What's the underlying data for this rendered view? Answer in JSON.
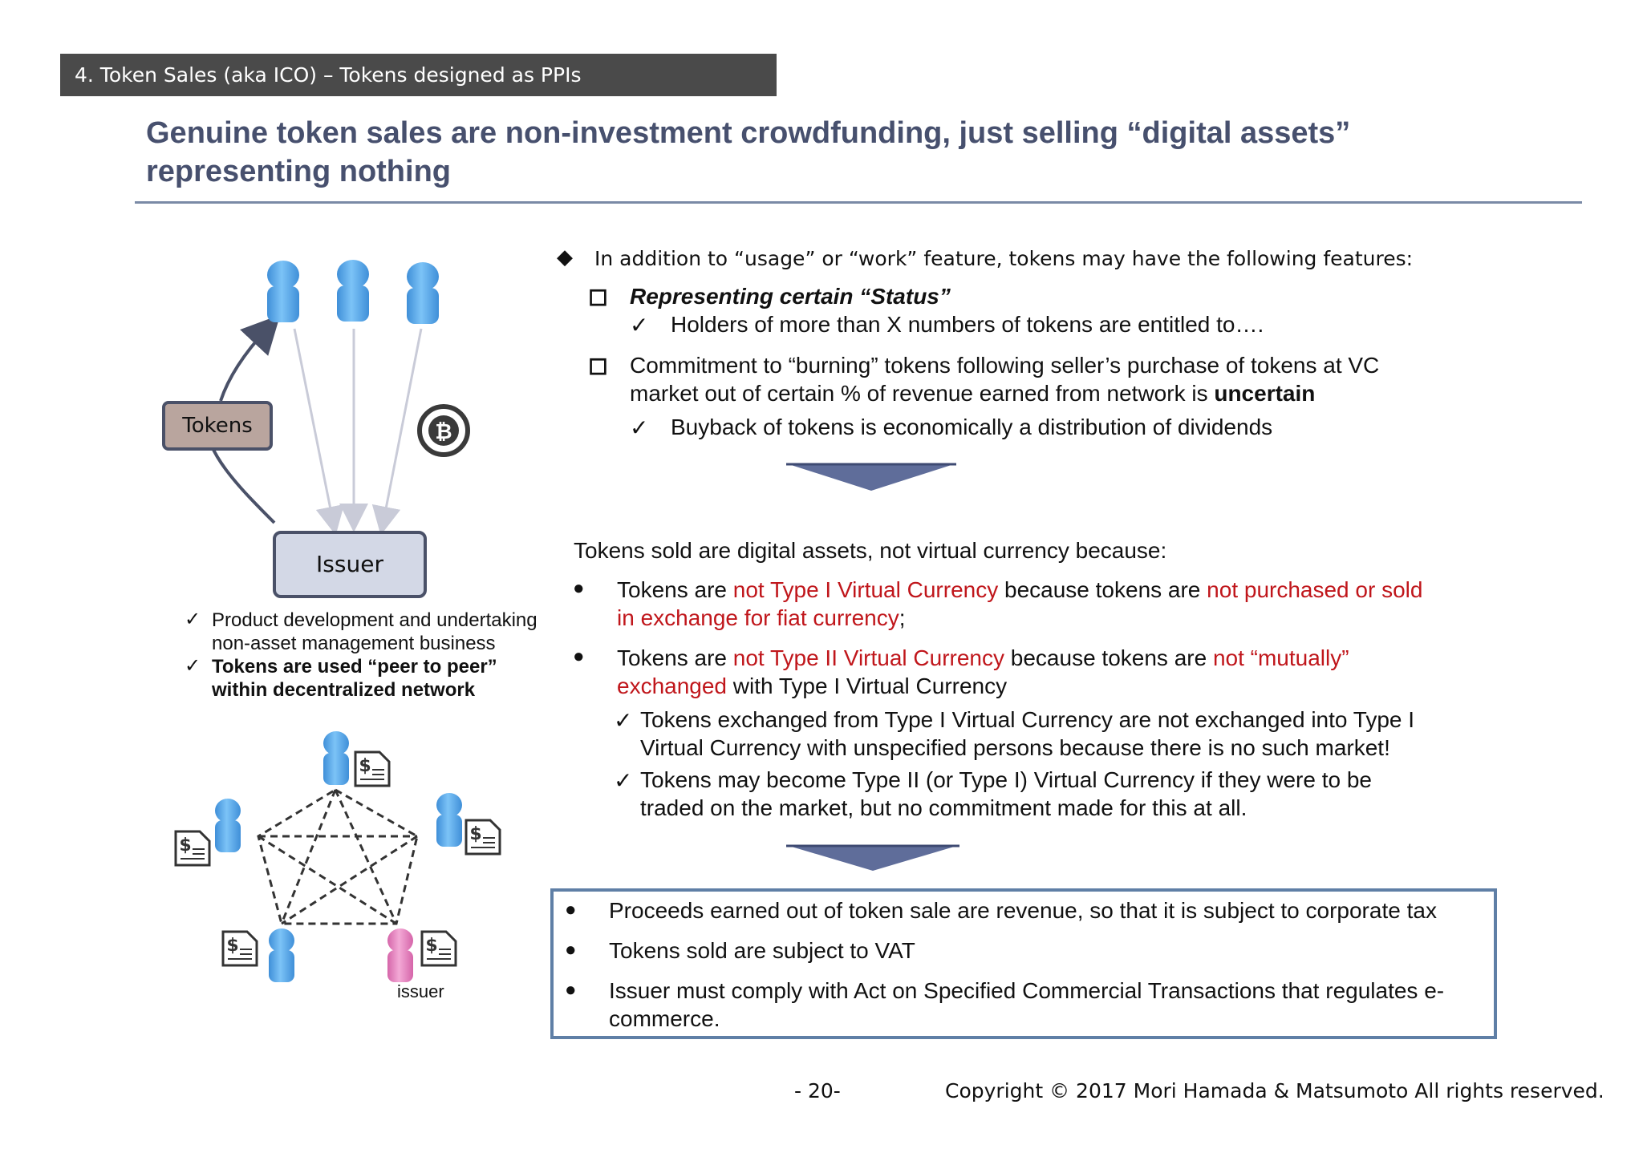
{
  "section_tab": "4. Token Sales (aka ICO) – Tokens designed as PPIs",
  "headline": {
    "line1": "Genuine token sales are non-investment crowdfunding, just selling “digital assets”",
    "line2": "representing nothing"
  },
  "diagram_top": {
    "tokens_label": "Tokens",
    "issuer_label": "Issuer",
    "bullets": [
      {
        "check": "✓",
        "line1": "Product development and undertaking",
        "line2": "non-asset management business"
      },
      {
        "check": "✓",
        "line1": "Tokens are used “peer to peer”",
        "line2": "within decentralized network"
      }
    ]
  },
  "diagram_bottom": {
    "issuer_caption": "issuer",
    "dollar_sign": "$"
  },
  "features": {
    "diamond": "◆",
    "intro": "In addition to “usage” or “work” feature, tokens may have the following features:",
    "box_glyph": "◻",
    "item1_title": "Representing certain “Status”",
    "item1_check": "✓",
    "item1_sub": "Holders of more than X numbers of tokens are entitled to….",
    "item2_line1": "Commitment to  “burning” tokens following seller’s purchase of tokens at VC",
    "item2_line2_a": "market out of certain % of revenue earned from network is ",
    "item2_line2_b": "uncertain",
    "item2_check": "✓",
    "item2_sub": "Buyback of tokens is economically a distribution of dividends"
  },
  "digital_assets": {
    "heading": "Tokens sold are digital assets, not virtual currency because:",
    "bullet": "●",
    "b1": {
      "a": "Tokens are ",
      "b": "not Type I Virtual Currency",
      "c": " because tokens are ",
      "d": "not purchased or sold",
      "e": "in exchange for fiat currency",
      "f": ";"
    },
    "b2": {
      "a": "Tokens are ",
      "b": "not Type II Virtual Currency",
      "c": " because tokens are ",
      "d": "not “mutually”",
      "e": "exchanged",
      "f": " with Type I Virtual Currency"
    },
    "check": "✓",
    "sub1_line1": "Tokens exchanged from Type I Virtual Currency are not exchanged into Type I",
    "sub1_line2": "Virtual Currency with unspecified persons because there is no such market!",
    "sub2_line1": "Tokens may become Type II (or Type I) Virtual Currency if they were to be",
    "sub2_line2": "traded on the market, but no commitment made for this at all."
  },
  "conclusion": {
    "bullet": "●",
    "items": [
      "Proceeds earned out of token sale are revenue, so that it is subject to corporate tax",
      "Tokens sold are subject to VAT",
      "Issuer must comply with Act on Specified Commercial Transactions that regulates e-"
    ],
    "item3_cont": "commerce."
  },
  "footer": {
    "page_number": "- 20-",
    "copyright": "Copyright © 2017 Mori Hamada & Matsumoto  All rights reserved."
  },
  "colors": {
    "tab_bg": "#4a4a4a",
    "headline": "#47506e",
    "rule": "#7a8aa6",
    "person_blue": "#4a9fe3",
    "person_pink": "#e07bbd",
    "arrow_fill": "#5f6d9a",
    "red_text": "#c0161b",
    "conclusion_border": "#5f7fa6",
    "tokens_box": "#b9a59e",
    "issuer_box": "#d3d8e6"
  },
  "icons": {
    "people": "person-icon",
    "currency": "bitcoin-icon",
    "document": "dollar-document-icon",
    "down_arrow": "down-arrow-icon"
  }
}
